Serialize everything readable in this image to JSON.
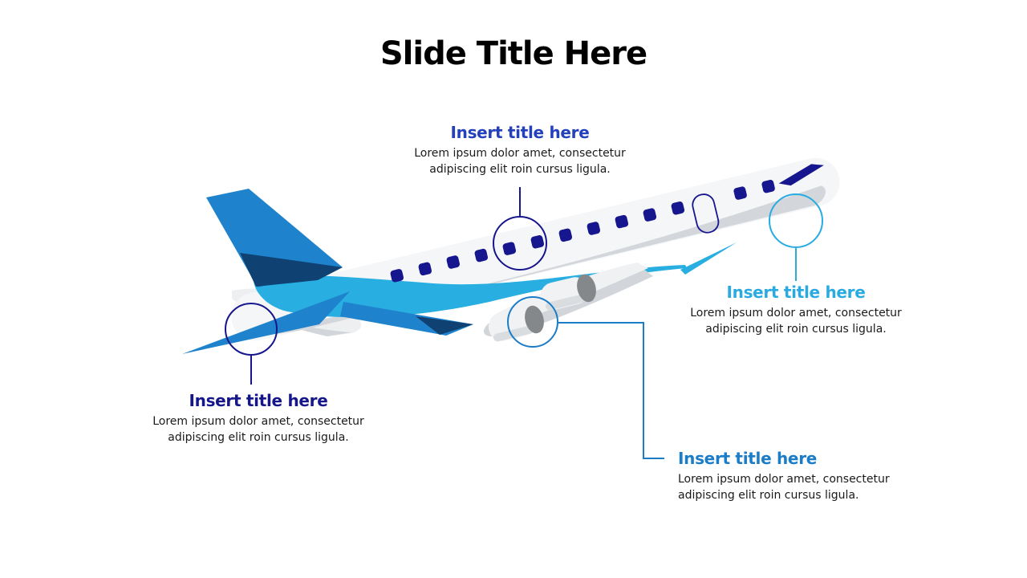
{
  "slide": {
    "title": "Slide Title Here"
  },
  "callouts": [
    {
      "id": "top",
      "title": "Insert title here",
      "lines": [
        "Lorem ipsum dolor amet, consectetur",
        "adipiscing elit roin cursus ligula."
      ],
      "accent": "#2340BD"
    },
    {
      "id": "right",
      "title": "Insert title here",
      "lines": [
        "Lorem ipsum dolor amet, consectetur",
        "adipiscing elit roin cursus ligula."
      ],
      "accent": "#29ABE2"
    },
    {
      "id": "bottom-left",
      "title": "Insert title here",
      "lines": [
        "Lorem ipsum dolor amet, consectetur",
        "adipiscing elit roin cursus ligula."
      ],
      "accent": "#16168C"
    },
    {
      "id": "bottom-right",
      "title": "Insert title here",
      "lines": [
        "Lorem ipsum dolor amet, consectetur",
        "adipiscing elit roin cursus ligula."
      ],
      "accent": "#1B7CC8"
    }
  ],
  "colors": {
    "background": "#ffffff",
    "title_text": "#000000",
    "body_text": "#1a1a1a",
    "royal_blue": "#2340BD",
    "cyan": "#29ABE2",
    "navy": "#16168C",
    "medium_blue": "#1B7CC8",
    "plane_fin_blue": "#1E83CC",
    "plane_belly_cyan": "#29AEE2",
    "plane_dark_blue": "#0F4172",
    "fuselage_white": "#F5F6F8",
    "fuselage_shadow": "#D3D6DA"
  }
}
